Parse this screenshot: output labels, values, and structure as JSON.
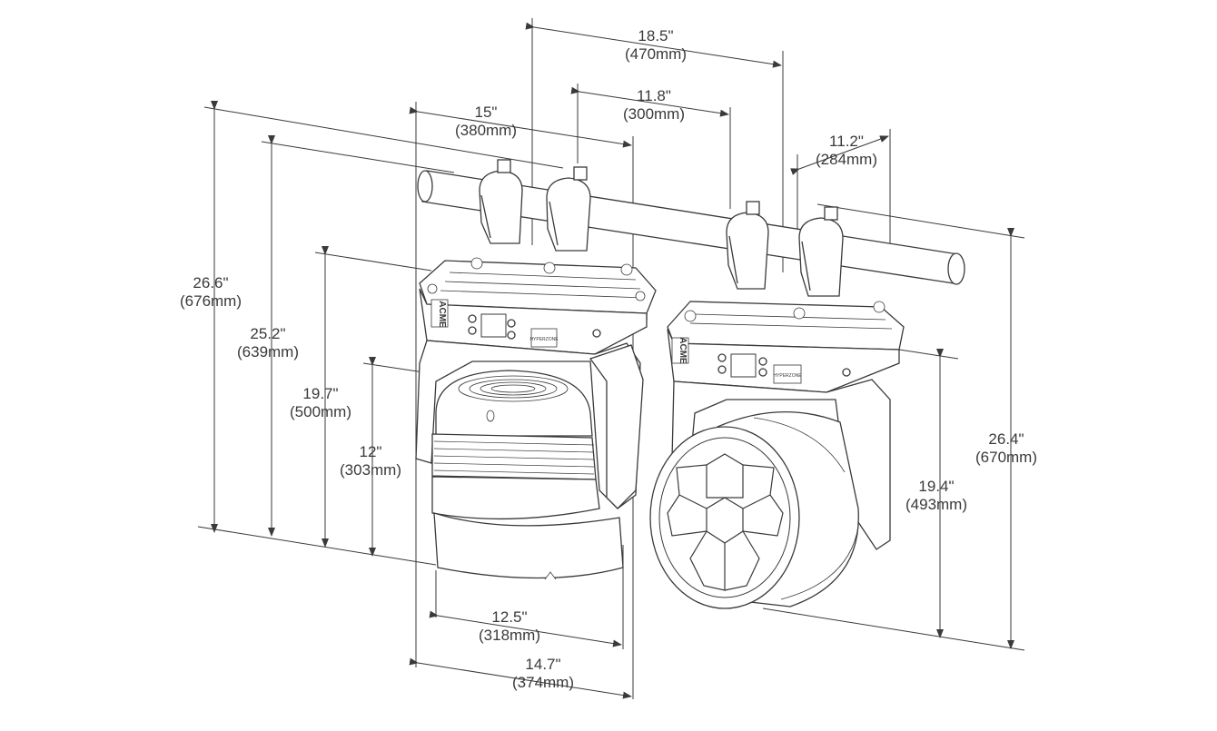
{
  "brand": {
    "logo_text": "ACME",
    "model_text": "HYPERZONE"
  },
  "dimensions": {
    "bar_width": {
      "inches": "18.5\"",
      "mm": "(470mm)"
    },
    "clamp_spacing": {
      "inches": "11.8\"",
      "mm": "(300mm)"
    },
    "base_width": {
      "inches": "15\"",
      "mm": "(380mm)"
    },
    "base_depth": {
      "inches": "11.2\"",
      "mm": "(284mm)"
    },
    "total_height_front": {
      "inches": "26.6\"",
      "mm": "(676mm)"
    },
    "height_to_pipe": {
      "inches": "25.2\"",
      "mm": "(639mm)"
    },
    "base_height": {
      "inches": "19.7\"",
      "mm": "(500mm)"
    },
    "head_height": {
      "inches": "12\"",
      "mm": "(303mm)"
    },
    "head_width": {
      "inches": "12.5\"",
      "mm": "(318mm)"
    },
    "yoke_width": {
      "inches": "14.7\"",
      "mm": "(374mm)"
    },
    "total_height_side": {
      "inches": "26.4\"",
      "mm": "(670mm)"
    },
    "side_height": {
      "inches": "19.4\"",
      "mm": "(493mm)"
    }
  },
  "colors": {
    "line": "#3a3a3a",
    "text": "#3a3a3a",
    "background": "#ffffff"
  }
}
